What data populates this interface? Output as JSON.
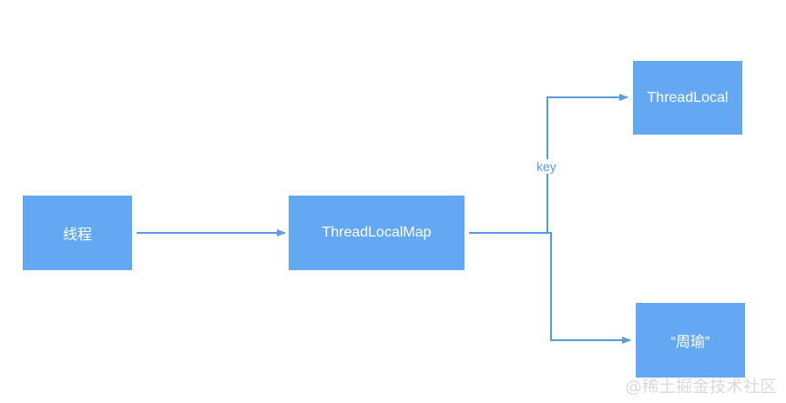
{
  "nodes": {
    "thread": "线程",
    "thread_local_map": "ThreadLocalMap",
    "thread_local": "ThreadLocal",
    "value": "“周瑜”"
  },
  "edges": {
    "key_label": "key"
  },
  "colors": {
    "node_fill": "#64a8f3",
    "edge": "#5b9be0",
    "node_text": "#ffffff"
  },
  "watermark": "@稀土掘金技术社区"
}
